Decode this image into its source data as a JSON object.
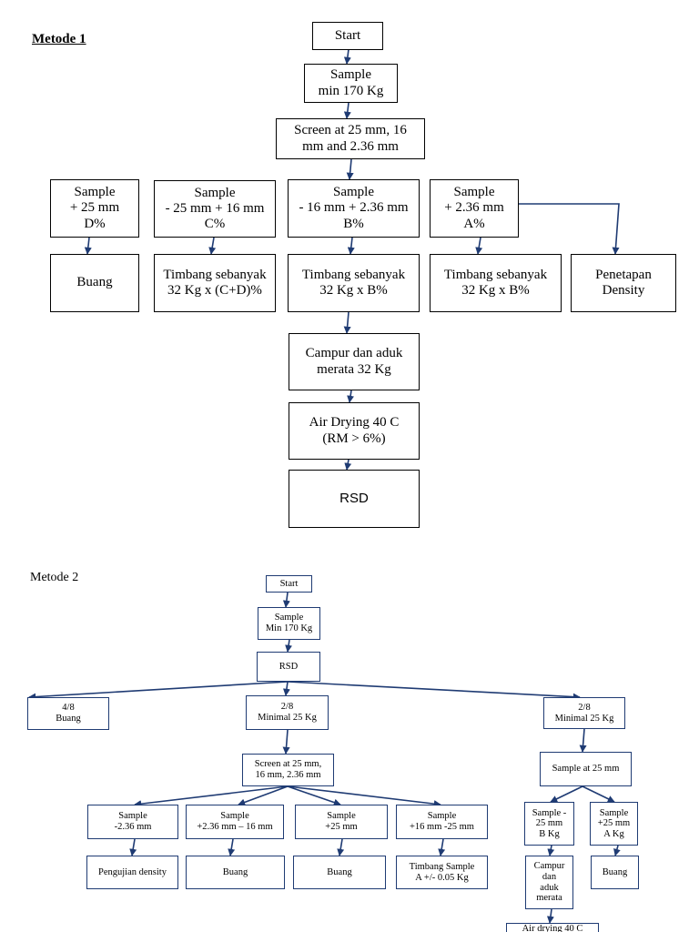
{
  "metode1": {
    "title": "Metode 1",
    "start": "Start",
    "sample": "Sample\nmin 170 Kg",
    "screen": "Screen at 25 mm, 16\nmm and 2.36 mm",
    "sample_d": "Sample\n+ 25 mm\nD%",
    "sample_c": "Sample\n- 25 mm + 16 mm\nC%",
    "sample_b": "Sample\n- 16 mm + 2.36 mm\nB%",
    "sample_a": "Sample\n+ 2.36 mm\nA%",
    "buang": "Buang",
    "timbang_cd": "Timbang sebanyak\n32 Kg x (C+D)%",
    "timbang_b1": "Timbang sebanyak\n32 Kg x B%",
    "timbang_b2": "Timbang sebanyak\n32 Kg x B%",
    "density": "Penetapan\nDensity",
    "campur": "Campur dan aduk\nmerata 32 Kg",
    "air_drying": "Air Drying 40 C\n(RM > 6%)",
    "rsd": "RSD"
  },
  "metode2": {
    "title": "Metode 2",
    "start": "Start",
    "sample": "Sample\nMin 170 Kg",
    "rsd": "RSD",
    "buang_48": "4/8\nBuang",
    "mid_28": "2/8\nMinimal 25 Kg",
    "right_28": "2/8\nMinimal 25 Kg",
    "screen": "Screen at 25 mm,\n16 mm, 2.36 mm",
    "s_minus236": "Sample\n-2.36 mm",
    "s_236_16": "Sample\n+2.36 mm – 16 mm",
    "s_plus25": "Sample\n+25 mm",
    "s_16_25": "Sample\n+16 mm -25 mm",
    "pengujian": "Pengujian density",
    "buang_a": "Buang",
    "buang_b": "Buang",
    "timbang": "Timbang Sample\nA +/- 0.05 Kg",
    "sample_25": "Sample at 25 mm",
    "s_minus25": "Sample -\n25 mm\nB Kg",
    "s_plus25_r": "Sample\n+25 mm\nA Kg",
    "campur": "Campur\ndan\naduk\nmerata",
    "buang_c": "Buang",
    "air_drying": "Air drying 40 C"
  }
}
